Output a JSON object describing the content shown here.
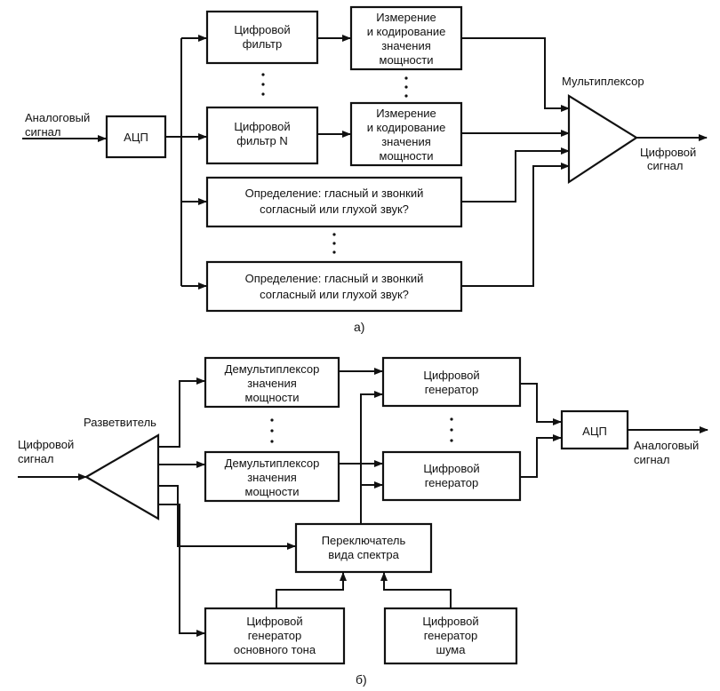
{
  "diagram_a": {
    "input_label": [
      "Аналоговый",
      "сигнал"
    ],
    "adc": "АЦП",
    "filter1": [
      "Цифровой",
      "фильтр"
    ],
    "filterN": [
      "Цифровой",
      "фильтр N"
    ],
    "measure1": [
      "Измерение",
      "и кодирование",
      "значения",
      "мощности"
    ],
    "measure2": [
      "Измерение",
      "и кодирование",
      "значения",
      "мощности"
    ],
    "voice1": [
      "Определение: гласный и звонкий",
      "согласный или глухой звук?"
    ],
    "voice2": [
      "Определение: гласный и звонкий",
      "согласный или глухой звук?"
    ],
    "mux_label": "Мультиплексор",
    "output_label": [
      "Цифровой",
      "сигнал"
    ],
    "caption": "а)"
  },
  "diagram_b": {
    "input_label": [
      "Цифровой",
      "сигнал"
    ],
    "splitter_label": "Разветвитель",
    "demux1": [
      "Демультиплексор",
      "значения",
      "мощности"
    ],
    "demux2": [
      "Демультиплексор",
      "значения",
      "мощности"
    ],
    "gen1": [
      "Цифровой",
      "генератор"
    ],
    "gen2": [
      "Цифровой",
      "генератор"
    ],
    "switch": [
      "Переключатель",
      "вида спектра"
    ],
    "pitch_gen": [
      "Цифровой",
      "генератор",
      "основного тона"
    ],
    "noise_gen": [
      "Цифровой",
      "генератор",
      "шума"
    ],
    "dac": "АЦП",
    "output_label": [
      "Аналоговый",
      "сигнал"
    ],
    "caption": "б)"
  }
}
